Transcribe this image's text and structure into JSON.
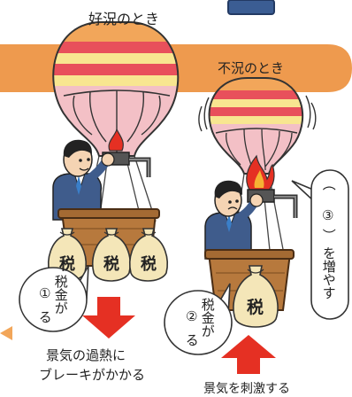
{
  "labels": {
    "good_times": "好況のとき",
    "bad_times": "不況のとき",
    "tax_char": "税",
    "brake_line1": "景気の過熱に",
    "brake_line2": "ブレーキがかかる",
    "stimulate": "景気を刺激する"
  },
  "bubbles": {
    "left": {
      "marker": "①",
      "text_top": "税金が",
      "text_bottom": "る"
    },
    "middle": {
      "marker": "②",
      "text_top": "税金が",
      "text_bottom": "る"
    },
    "right": {
      "paren_open": "（",
      "marker": "③",
      "paren_close": "）",
      "text": "を増やす"
    }
  },
  "colors": {
    "band": "#EE9A4E",
    "balloon_orange": "#F2A65A",
    "balloon_red": "#E8505B",
    "balloon_yellow": "#F8E690",
    "balloon_pink": "#F3C0C6",
    "basket": "#B7793D",
    "arrow_red": "#E53023",
    "suit": "#3F5C8C"
  }
}
